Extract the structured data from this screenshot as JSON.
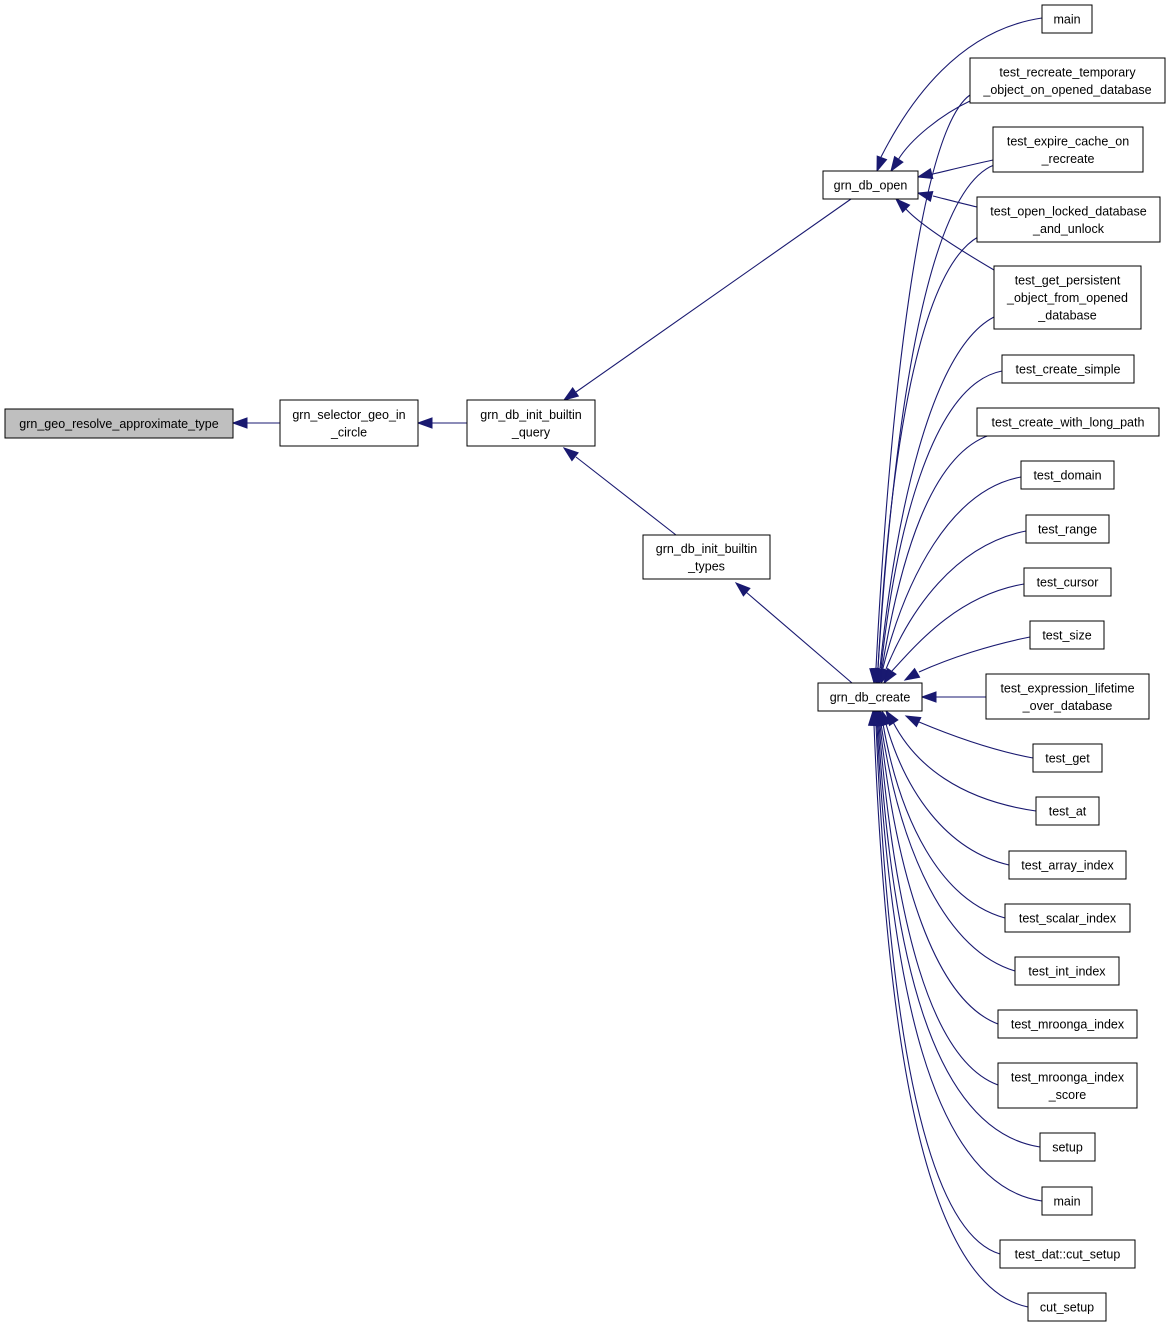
{
  "graph": {
    "colors": {
      "edge": "#191970",
      "root_fill": "#bfbfbf",
      "node_fill": "#ffffff",
      "node_border": "#000000"
    },
    "nodes": [
      {
        "id": "root",
        "lines": [
          "grn_geo_resolve_approximate_type"
        ],
        "highlighted": true
      },
      {
        "id": "sel_geo",
        "lines": [
          "grn_selector_geo_in",
          "_circle"
        ]
      },
      {
        "id": "init_query",
        "lines": [
          "grn_db_init_builtin",
          "_query"
        ]
      },
      {
        "id": "init_types",
        "lines": [
          "grn_db_init_builtin",
          "_types"
        ]
      },
      {
        "id": "db_open",
        "lines": [
          "grn_db_open"
        ]
      },
      {
        "id": "db_create",
        "lines": [
          "grn_db_create"
        ]
      },
      {
        "id": "main_1",
        "lines": [
          "main"
        ]
      },
      {
        "id": "t_recreate_tmp",
        "lines": [
          "test_recreate_temporary",
          "_object_on_opened_database"
        ]
      },
      {
        "id": "t_expire_cache",
        "lines": [
          "test_expire_cache_on",
          "_recreate"
        ]
      },
      {
        "id": "t_open_locked",
        "lines": [
          "test_open_locked_database",
          "_and_unlock"
        ]
      },
      {
        "id": "t_get_persistent",
        "lines": [
          "test_get_persistent",
          "_object_from_opened",
          "_database"
        ]
      },
      {
        "id": "t_create_simple",
        "lines": [
          "test_create_simple"
        ]
      },
      {
        "id": "t_create_long",
        "lines": [
          "test_create_with_long_path"
        ]
      },
      {
        "id": "t_domain",
        "lines": [
          "test_domain"
        ]
      },
      {
        "id": "t_range",
        "lines": [
          "test_range"
        ]
      },
      {
        "id": "t_cursor",
        "lines": [
          "test_cursor"
        ]
      },
      {
        "id": "t_size",
        "lines": [
          "test_size"
        ]
      },
      {
        "id": "t_expr_lifetime",
        "lines": [
          "test_expression_lifetime",
          "_over_database"
        ]
      },
      {
        "id": "t_get",
        "lines": [
          "test_get"
        ]
      },
      {
        "id": "t_at",
        "lines": [
          "test_at"
        ]
      },
      {
        "id": "t_array_index",
        "lines": [
          "test_array_index"
        ]
      },
      {
        "id": "t_scalar_index",
        "lines": [
          "test_scalar_index"
        ]
      },
      {
        "id": "t_int_index",
        "lines": [
          "test_int_index"
        ]
      },
      {
        "id": "t_mroonga_index",
        "lines": [
          "test_mroonga_index"
        ]
      },
      {
        "id": "t_mroonga_score",
        "lines": [
          "test_mroonga_index",
          "_score"
        ]
      },
      {
        "id": "setup",
        "lines": [
          "setup"
        ]
      },
      {
        "id": "main_2",
        "lines": [
          "main"
        ]
      },
      {
        "id": "t_dat_cut_setup",
        "lines": [
          "test_dat::cut_setup"
        ]
      },
      {
        "id": "cut_setup",
        "lines": [
          "cut_setup"
        ]
      }
    ],
    "edges": [
      {
        "from": "sel_geo",
        "to": "root"
      },
      {
        "from": "init_query",
        "to": "sel_geo"
      },
      {
        "from": "db_open",
        "to": "init_query"
      },
      {
        "from": "init_types",
        "to": "init_query"
      },
      {
        "from": "db_create",
        "to": "init_types"
      },
      {
        "from": "main_1",
        "to": "db_open"
      },
      {
        "from": "t_recreate_tmp",
        "to": "db_open"
      },
      {
        "from": "t_expire_cache",
        "to": "db_open"
      },
      {
        "from": "t_open_locked",
        "to": "db_open"
      },
      {
        "from": "t_get_persistent",
        "to": "db_open"
      },
      {
        "from": "t_recreate_tmp",
        "to": "db_create"
      },
      {
        "from": "t_expire_cache",
        "to": "db_create"
      },
      {
        "from": "t_open_locked",
        "to": "db_create"
      },
      {
        "from": "t_get_persistent",
        "to": "db_create"
      },
      {
        "from": "t_create_simple",
        "to": "db_create"
      },
      {
        "from": "t_create_long",
        "to": "db_create"
      },
      {
        "from": "t_domain",
        "to": "db_create"
      },
      {
        "from": "t_range",
        "to": "db_create"
      },
      {
        "from": "t_cursor",
        "to": "db_create"
      },
      {
        "from": "t_size",
        "to": "db_create"
      },
      {
        "from": "t_expr_lifetime",
        "to": "db_create"
      },
      {
        "from": "t_get",
        "to": "db_create"
      },
      {
        "from": "t_at",
        "to": "db_create"
      },
      {
        "from": "t_array_index",
        "to": "db_create"
      },
      {
        "from": "t_scalar_index",
        "to": "db_create"
      },
      {
        "from": "t_int_index",
        "to": "db_create"
      },
      {
        "from": "t_mroonga_index",
        "to": "db_create"
      },
      {
        "from": "t_mroonga_score",
        "to": "db_create"
      },
      {
        "from": "setup",
        "to": "db_create"
      },
      {
        "from": "main_2",
        "to": "db_create"
      },
      {
        "from": "t_dat_cut_setup",
        "to": "db_create"
      },
      {
        "from": "cut_setup",
        "to": "db_create"
      }
    ]
  }
}
